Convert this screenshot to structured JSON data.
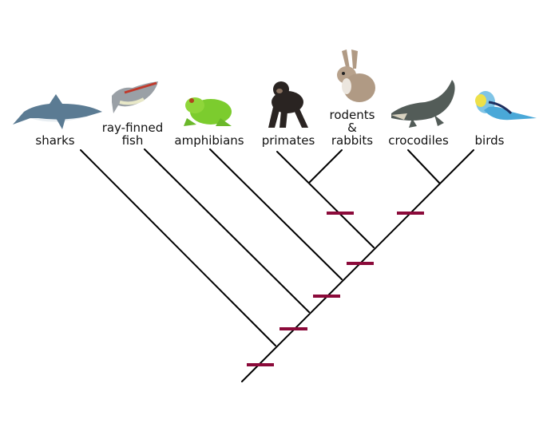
{
  "diagram": {
    "type": "cladogram",
    "taxa": [
      {
        "id": "sharks",
        "label_lines": [
          "sharks"
        ]
      },
      {
        "id": "ray-finned-fish",
        "label_lines": [
          "ray-finned",
          "fish"
        ]
      },
      {
        "id": "amphibians",
        "label_lines": [
          "amphibians"
        ]
      },
      {
        "id": "primates",
        "label_lines": [
          "primates"
        ]
      },
      {
        "id": "rodents-rabbits",
        "label_lines": [
          "rodents",
          "&",
          "rabbits"
        ]
      },
      {
        "id": "crocodiles",
        "label_lines": [
          "crocodiles"
        ]
      },
      {
        "id": "birds",
        "label_lines": [
          "birds"
        ]
      }
    ],
    "trait_marker_color": "#8b0a3a",
    "line_color": "#000000",
    "trait_marker_count": 6
  }
}
